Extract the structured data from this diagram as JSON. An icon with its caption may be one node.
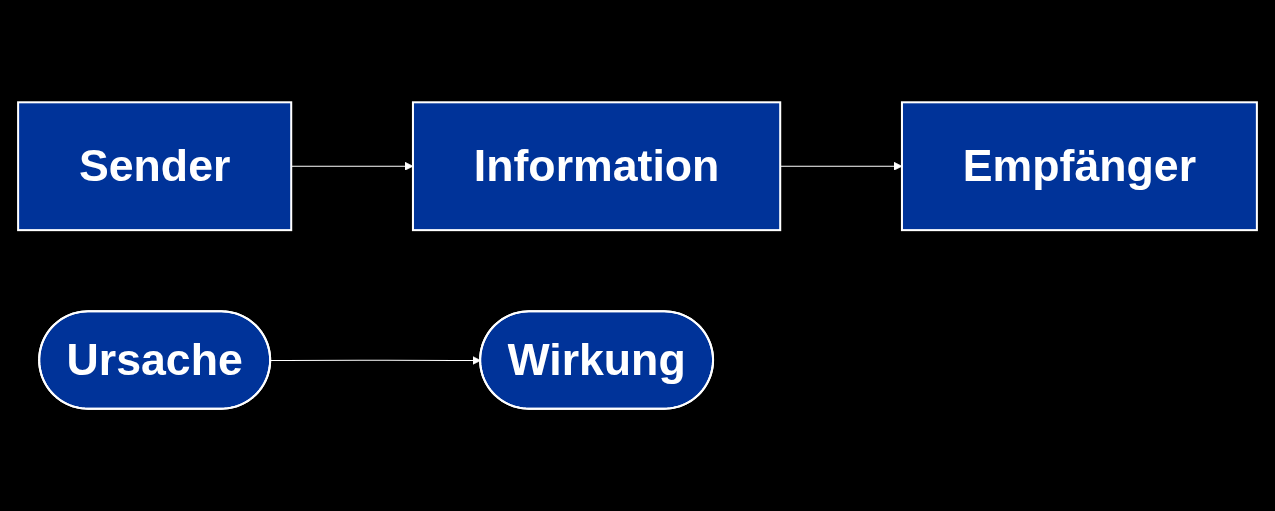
{
  "diagram": {
    "nodes": [
      {
        "text": [
          "Sender"
        ]
      },
      {
        "text": [
          "Information"
        ]
      },
      {
        "text": [
          "Empfänger"
        ]
      },
      {
        "text": [
          "Ursache"
        ]
      },
      {
        "text": [
          "Wirkung"
        ]
      }
    ],
    "edges": [
      {
        "from": 0,
        "to": 1,
        "arrow": "to"
      },
      {
        "from": 1,
        "to": 2,
        "arrow": "to"
      },
      {
        "from": 3,
        "to": 4,
        "arrow": "to"
      }
    ]
  }
}
